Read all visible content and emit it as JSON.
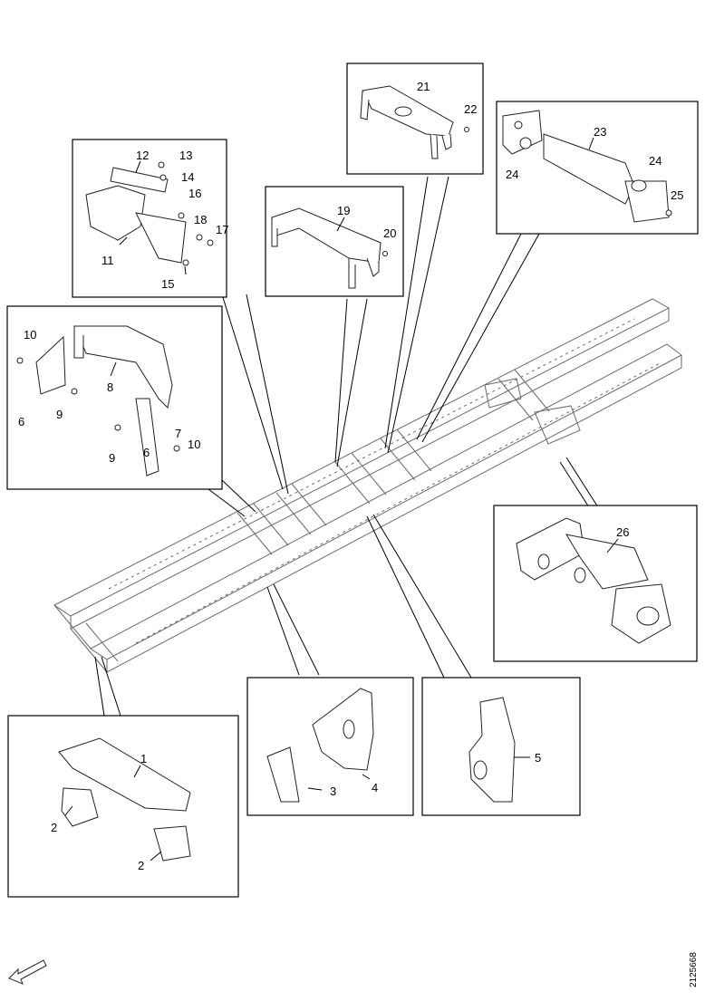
{
  "drawing_code": "2125668",
  "orientation_arrow": "front-arrow-icon",
  "callouts": {
    "c1": "1",
    "c2a": "2",
    "c2b": "2",
    "c3": "3",
    "c4": "4",
    "c5": "5",
    "c6a": "6",
    "c6b": "6",
    "c7": "7",
    "c8": "8",
    "c9a": "9",
    "c9b": "9",
    "c10a": "10",
    "c10b": "10",
    "c11": "11",
    "c12": "12",
    "c13": "13",
    "c14": "14",
    "c15": "15",
    "c16": "16",
    "c17": "17",
    "c18": "18",
    "c19": "19",
    "c20": "20",
    "c21": "21",
    "c22": "22",
    "c23": "23",
    "c24a": "24",
    "c24b": "24",
    "c25": "25",
    "c26": "26"
  }
}
